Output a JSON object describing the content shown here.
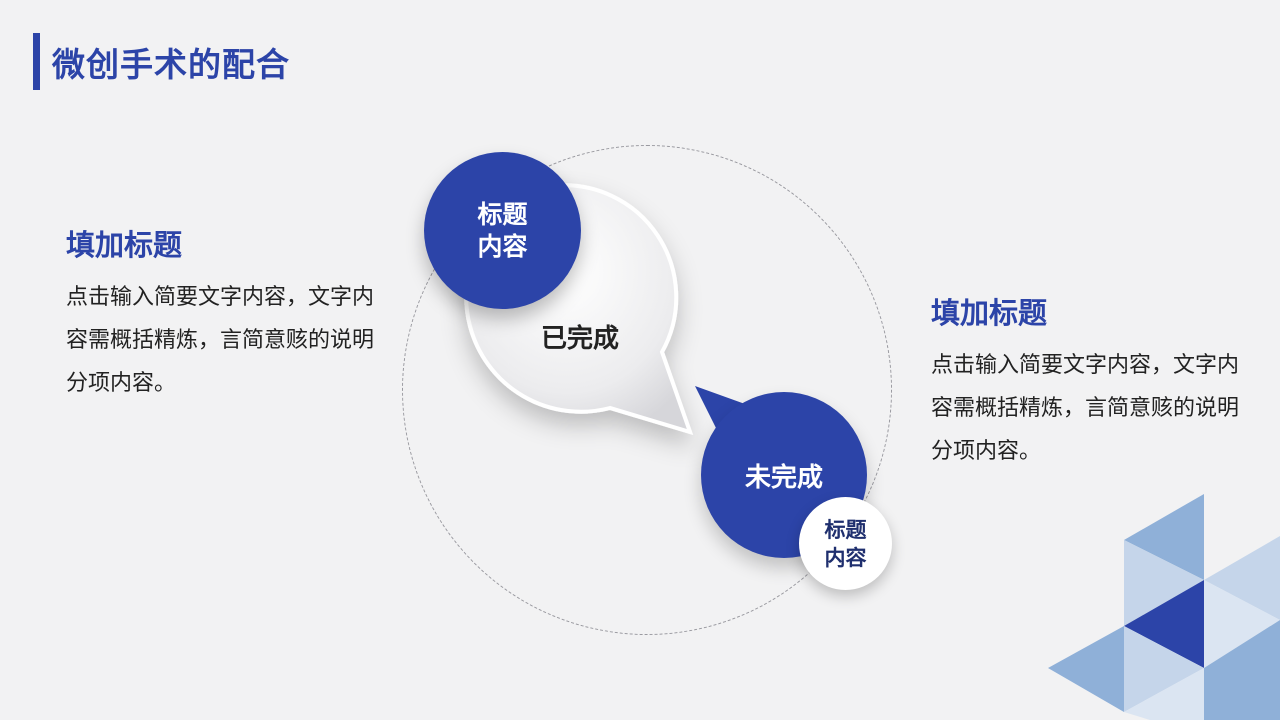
{
  "slide": {
    "title": "微创手术的配合",
    "left_block": {
      "heading": "填加标题",
      "body": "点击输入简要文字内容，文字内容需概括精炼，言简意赅的说明分项内容。"
    },
    "right_block": {
      "heading": "填加标题",
      "body": "点击输入简要文字内容，文字内容需概括精炼，言简意赅的说明分项内容。"
    },
    "diagram": {
      "top_circle_line1": "标题",
      "top_circle_line2": "内容",
      "center_label": "已完成",
      "bottom_circle_label": "未完成",
      "small_circle_line1": "标题",
      "small_circle_line2": "内容"
    }
  },
  "colors": {
    "accent": "#2c44a8",
    "background": "#f2f2f3",
    "triangle_light": "#c5d5ea",
    "triangle_mid": "#8fb0d8",
    "triangle_dark": "#2c44a8"
  }
}
